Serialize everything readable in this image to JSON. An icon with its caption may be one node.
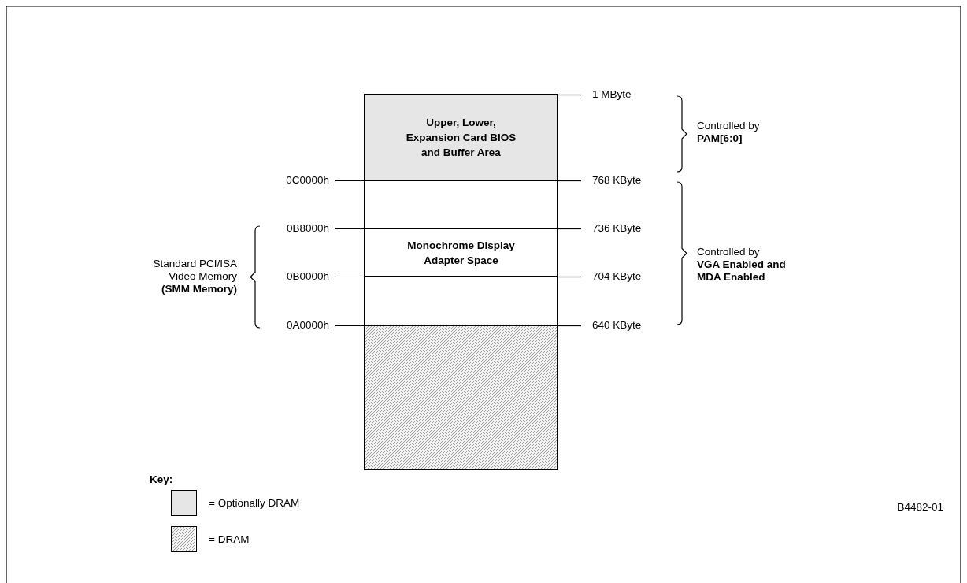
{
  "diagram": {
    "nodes": [
      {
        "text": [
          "Upper, Lower, Expansion Card BIOS and Buffer Area"
        ]
      },
      {
        "text": [],
        "shape": "box"
      },
      {
        "text": [
          "Monochrome Display Adapter Space"
        ]
      },
      {
        "text": [],
        "shape": "box"
      },
      {
        "text": [],
        "shape": "box"
      },
      {
        "text": [
          "1 MByte"
        ]
      },
      {
        "text": [
          "0C0000h"
        ]
      },
      {
        "text": [
          "768 KByte"
        ]
      },
      {
        "text": [
          "0B8000h"
        ]
      },
      {
        "text": [
          "736 KByte"
        ]
      },
      {
        "text": [
          "0B0000h"
        ]
      },
      {
        "text": [
          "704 KByte"
        ]
      },
      {
        "text": [
          "0A0000h"
        ]
      },
      {
        "text": [
          "640 KByte"
        ]
      }
    ],
    "edges": [
      {
        "from": 5,
        "to": 0,
        "arrow": "none"
      },
      {
        "from": 6,
        "to": 1,
        "arrow": "none"
      },
      {
        "from": 7,
        "to": 1,
        "arrow": "none"
      },
      {
        "from": 8,
        "to": 2,
        "arrow": "none"
      },
      {
        "from": 9,
        "to": 2,
        "arrow": "none"
      },
      {
        "from": 10,
        "to": 3,
        "arrow": "none"
      },
      {
        "from": 11,
        "to": 3,
        "arrow": "none"
      },
      {
        "from": 12,
        "to": 4,
        "arrow": "none"
      },
      {
        "from": 13,
        "to": 4,
        "arrow": "none"
      }
    ],
    "labels": [
      "Standard PCI/ISA Video Memory **(SMM Memory)**",
      "Controlled by **PAM[6:0]**",
      "Controlled by **VGA Enabled and MDA Enabled**",
      "Key:",
      "B4482-01"
    ],
    "legend": [
      {
        "text": "= Optionally DRAM",
        "color": "#e6e6e6"
      },
      {
        "text": "= DRAM"
      }
    ]
  }
}
